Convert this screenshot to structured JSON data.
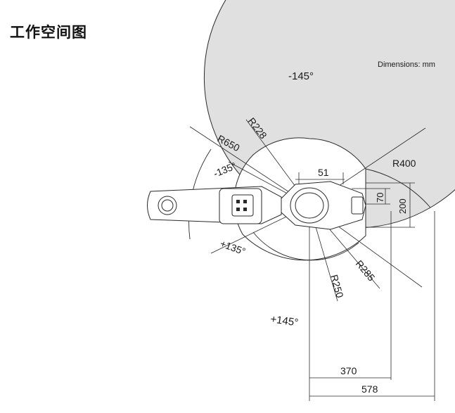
{
  "page": {
    "title": "工作空间图",
    "units_note": "Dimensions: mm"
  },
  "diagram": {
    "angle_labels": {
      "outer_negative": "-145°",
      "outer_positive": "+145°",
      "inner_negative": "-135°",
      "inner_positive": "+135°"
    },
    "radius_labels": {
      "r650": "R650",
      "r228": "R228",
      "r400": "R400",
      "r285": "R285",
      "r250": "R250"
    },
    "dimension_labels": {
      "d51": "51",
      "d70": "70",
      "d200": "200",
      "d370": "370",
      "d578": "578"
    },
    "colors": {
      "workspace_fill": "#e0e0e0",
      "line": "#2a2a2a",
      "robot_fill": "#ffffff"
    }
  }
}
